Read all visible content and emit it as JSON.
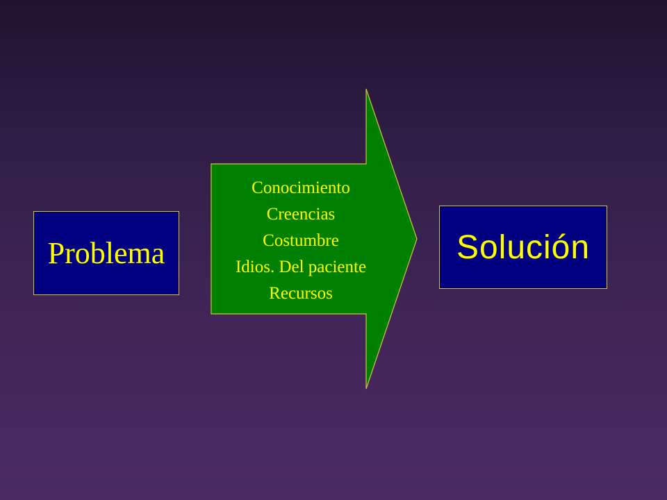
{
  "diagram": {
    "problem_label": "Problema",
    "solution_label": "Solución",
    "factors": [
      "Conocimiento",
      "Creencias",
      "Costumbre",
      "Idios. Del paciente",
      "Recursos"
    ],
    "colors": {
      "box_fill": "#000080",
      "box_text": "#ffff00",
      "arrow_fill": "#008000",
      "outline": "#d6c23a"
    }
  }
}
